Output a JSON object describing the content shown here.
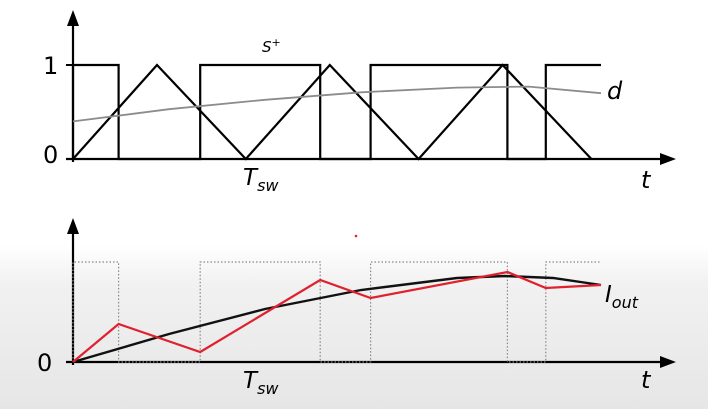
{
  "top_panel": {
    "y_tick_high": "1",
    "y_tick_zero": "0",
    "x_axis_label": "t",
    "period_label": {
      "main": "T",
      "sub": "sw"
    },
    "switch_label": {
      "main": "S",
      "sup": "+"
    },
    "duty_curve_label": "d",
    "pwm_signal": {
      "switch_times": [
        0.0,
        0.095,
        0.265,
        0.515,
        0.62,
        0.905,
        0.985,
        1.1
      ],
      "carrier_vertex_times": [
        0.0,
        0.175,
        0.36,
        0.535,
        0.72,
        0.895,
        1.08
      ],
      "duty_curve": {
        "t": [
          0.0,
          0.2,
          0.4,
          0.6,
          0.8,
          0.95,
          1.1
        ],
        "d": [
          0.4,
          0.53,
          0.63,
          0.71,
          0.76,
          0.77,
          0.7
        ]
      }
    }
  },
  "bottom_panel": {
    "y_tick_zero": "0",
    "x_axis_label": "t",
    "period_label": {
      "main": "T",
      "sub": "sw"
    },
    "output_label": {
      "main": "I",
      "sub": "out"
    },
    "colors": {
      "current_ripple": "#e0202e",
      "average_current": "#111111",
      "gate_signal": "#888888"
    },
    "current_ripple": {
      "t": [
        0.0,
        0.095,
        0.265,
        0.515,
        0.62,
        0.905,
        0.985,
        1.1
      ],
      "i": [
        0.0,
        0.38,
        0.1,
        0.82,
        0.64,
        0.9,
        0.74,
        0.77
      ]
    },
    "average_current": {
      "t": [
        0.0,
        0.2,
        0.4,
        0.6,
        0.8,
        0.9,
        1.0,
        1.1
      ],
      "i": [
        0.0,
        0.28,
        0.53,
        0.72,
        0.84,
        0.86,
        0.84,
        0.77
      ]
    }
  }
}
